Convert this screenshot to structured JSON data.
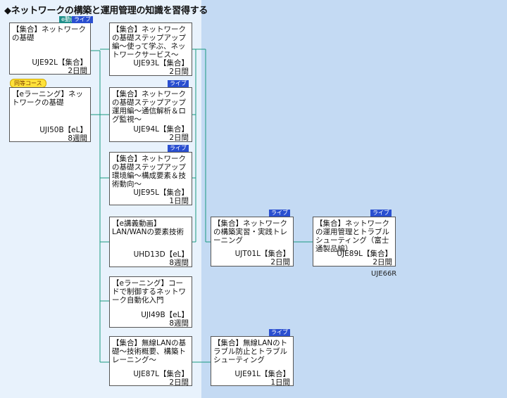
{
  "title": "◆ネットワークの構築と運用管理の知識を習得する",
  "tags": {
    "live": "ライブ",
    "edouga": "e動画",
    "doutou": "同等コース"
  },
  "courses": [
    {
      "id": "jie92",
      "name": "【集合】ネットワークの基礎",
      "code": "UJE92L【集合】",
      "duration": "2日間"
    },
    {
      "id": "jii50",
      "name": "【eラーニング】ネットワークの基礎",
      "code": "UJI50B【eL】",
      "duration": "8週間"
    },
    {
      "id": "jie93",
      "name": "【集合】ネットワークの基礎ステップアップ編～使って学ぶ、ネットワークサービス～",
      "code": "UJE93L【集合】",
      "duration": "2日間"
    },
    {
      "id": "jie94",
      "name": "【集合】ネットワークの基礎ステップアップ運用編～通信解析＆ログ監視～",
      "code": "UJE94L【集合】",
      "duration": "2日間"
    },
    {
      "id": "jie95",
      "name": "【集合】ネットワークの基礎ステップアップ環境編～構成要素＆技術動向～",
      "code": "UJE95L【集合】",
      "duration": "1日間"
    },
    {
      "id": "hd13",
      "name": "【e講義動画】LAN/WANの要素技術",
      "code": "UHD13D【eL】",
      "duration": "8週間"
    },
    {
      "id": "ji49",
      "name": "【eラーニング】コードで制御するネットワーク自動化入門",
      "code": "UJI49B【eL】",
      "duration": "8週間"
    },
    {
      "id": "je87",
      "name": "【集合】無線LANの基礎～技術概要、構築トレーニング～",
      "code": "UJE87L【集合】",
      "duration": "2日間"
    },
    {
      "id": "jt01",
      "name": "【集合】ネットワークの構築実習・実践トレーニング",
      "code": "UJT01L【集合】",
      "duration": "2日間"
    },
    {
      "id": "je89",
      "name": "【集合】ネットワークの運用管理とトラブルシューティング（富士通製品編）",
      "code": "UJE89L【集合】",
      "duration": "2日間"
    },
    {
      "id": "je91",
      "name": "【集合】無線LANのトラブル防止とトラブルシューティング",
      "code": "UJE91L【集合】",
      "duration": "1日間"
    }
  ],
  "extra_code": "UJE66R"
}
